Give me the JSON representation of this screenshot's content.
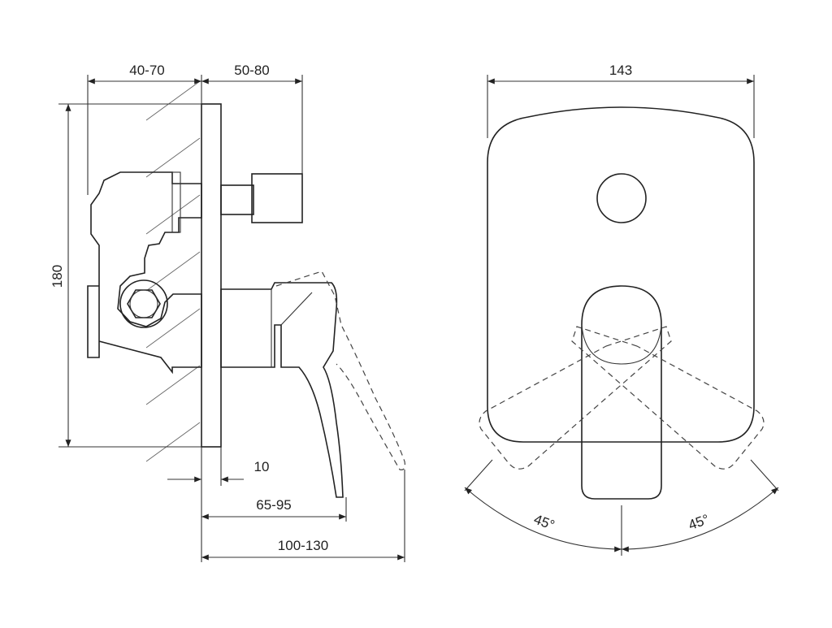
{
  "dimensions": {
    "wall_depth": "40-70",
    "rough_in": "50-80",
    "height": "180",
    "plate_thickness": "10",
    "handle_projection": "65-95",
    "total_projection": "100-130",
    "width": "143",
    "rotation_left": "45°",
    "rotation_right": "45°"
  },
  "colors": {
    "line": "#222222",
    "hatch": "#666666",
    "background": "#ffffff"
  }
}
